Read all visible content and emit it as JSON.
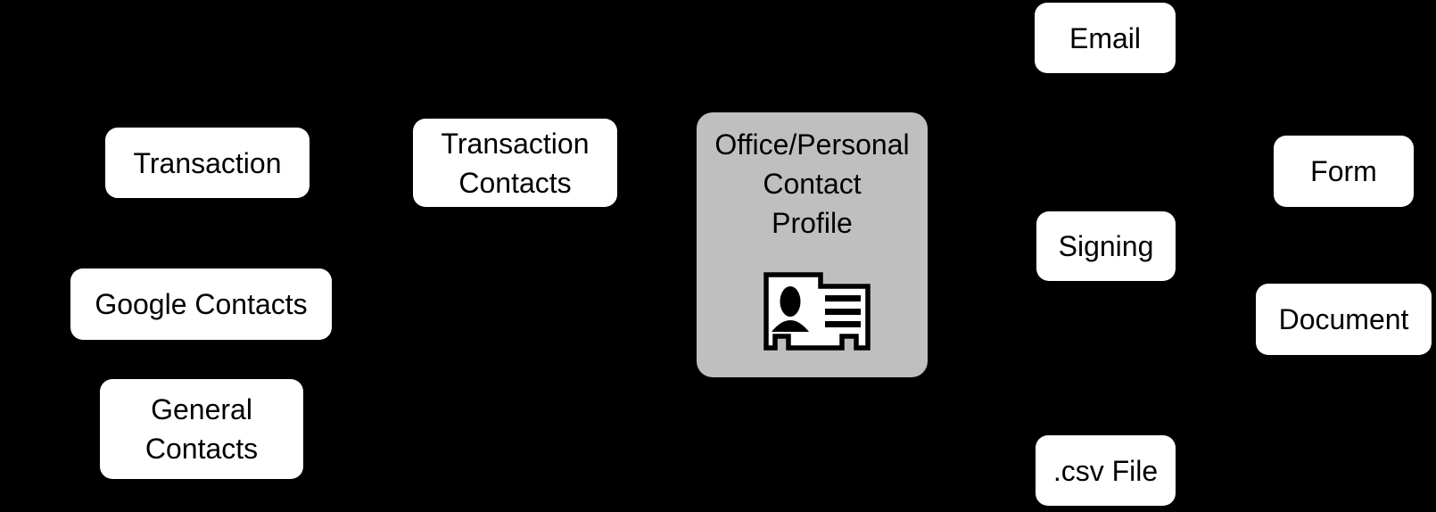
{
  "diagram": {
    "background_color": "#000000",
    "node_fill_color": "#ffffff",
    "node_text_color": "#000000",
    "hub_fill_color": "#bfbfbf",
    "hub": {
      "label": "Office/Personal\nContact\nProfile",
      "icon": "contact-card-icon"
    },
    "nodes": {
      "transaction": {
        "label": "Transaction"
      },
      "transaction_contacts": {
        "label": "Transaction\nContacts"
      },
      "email": {
        "label": "Email"
      },
      "form": {
        "label": "Form"
      },
      "signing": {
        "label": "Signing"
      },
      "document": {
        "label": "Document"
      },
      "csv_file": {
        "label": ".csv File"
      },
      "google_contacts": {
        "label": "Google Contacts"
      },
      "general_contacts": {
        "label": "General\nContacts"
      }
    }
  }
}
